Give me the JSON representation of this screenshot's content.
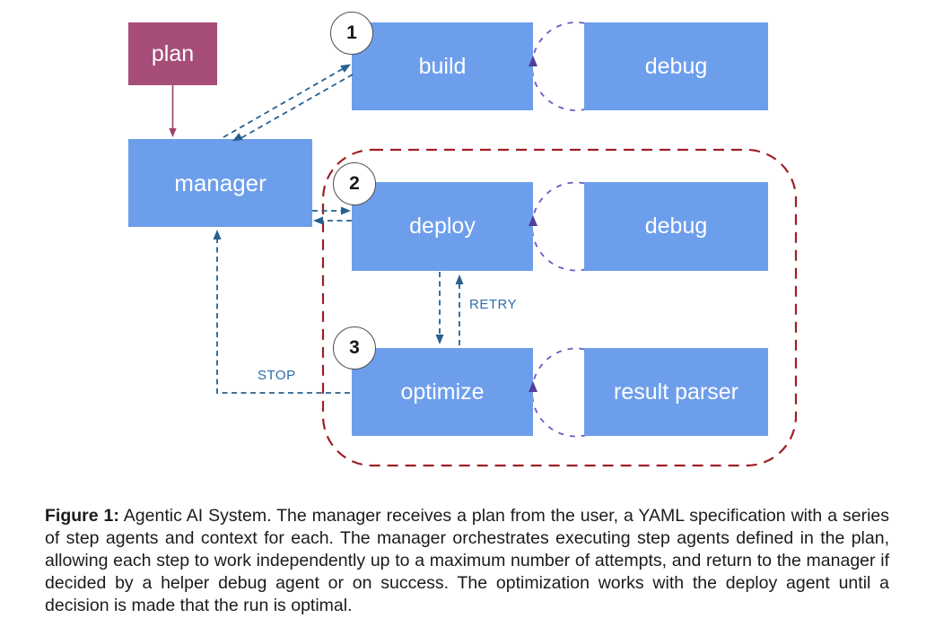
{
  "diagram": {
    "nodes": {
      "plan": "plan",
      "manager": "manager",
      "build": "build",
      "debug1": "debug",
      "deploy": "deploy",
      "debug2": "debug",
      "optimize": "optimize",
      "result_parser": "result parser"
    },
    "steps": [
      "1",
      "2",
      "3"
    ],
    "edge_labels": {
      "retry": "RETRY",
      "stop": "STOP"
    },
    "colors": {
      "node_blue": "#6d9eeb",
      "node_magenta": "#a64d79",
      "arrow_blue": "#27608f",
      "loop_purple": "#6a5bc0",
      "loop_arrowhead_purple": "#4f3f99",
      "group_boundary_red": "#9e1f24",
      "edge_label_blue": "#2d6cad",
      "plan_arrow_maroon": "#9d4168"
    }
  },
  "caption": {
    "label": "Figure 1:",
    "text": "Agentic AI System. The manager receives a plan from the user, a YAML specification with a series of step agents and context for each. The manager orchestrates executing step agents defined in the plan, allowing each step to work independently up to a maximum number of attempts, and return to the manager if decided by a helper debug agent or on success. The optimization works with the deploy agent until a decision is made that the run is optimal."
  }
}
